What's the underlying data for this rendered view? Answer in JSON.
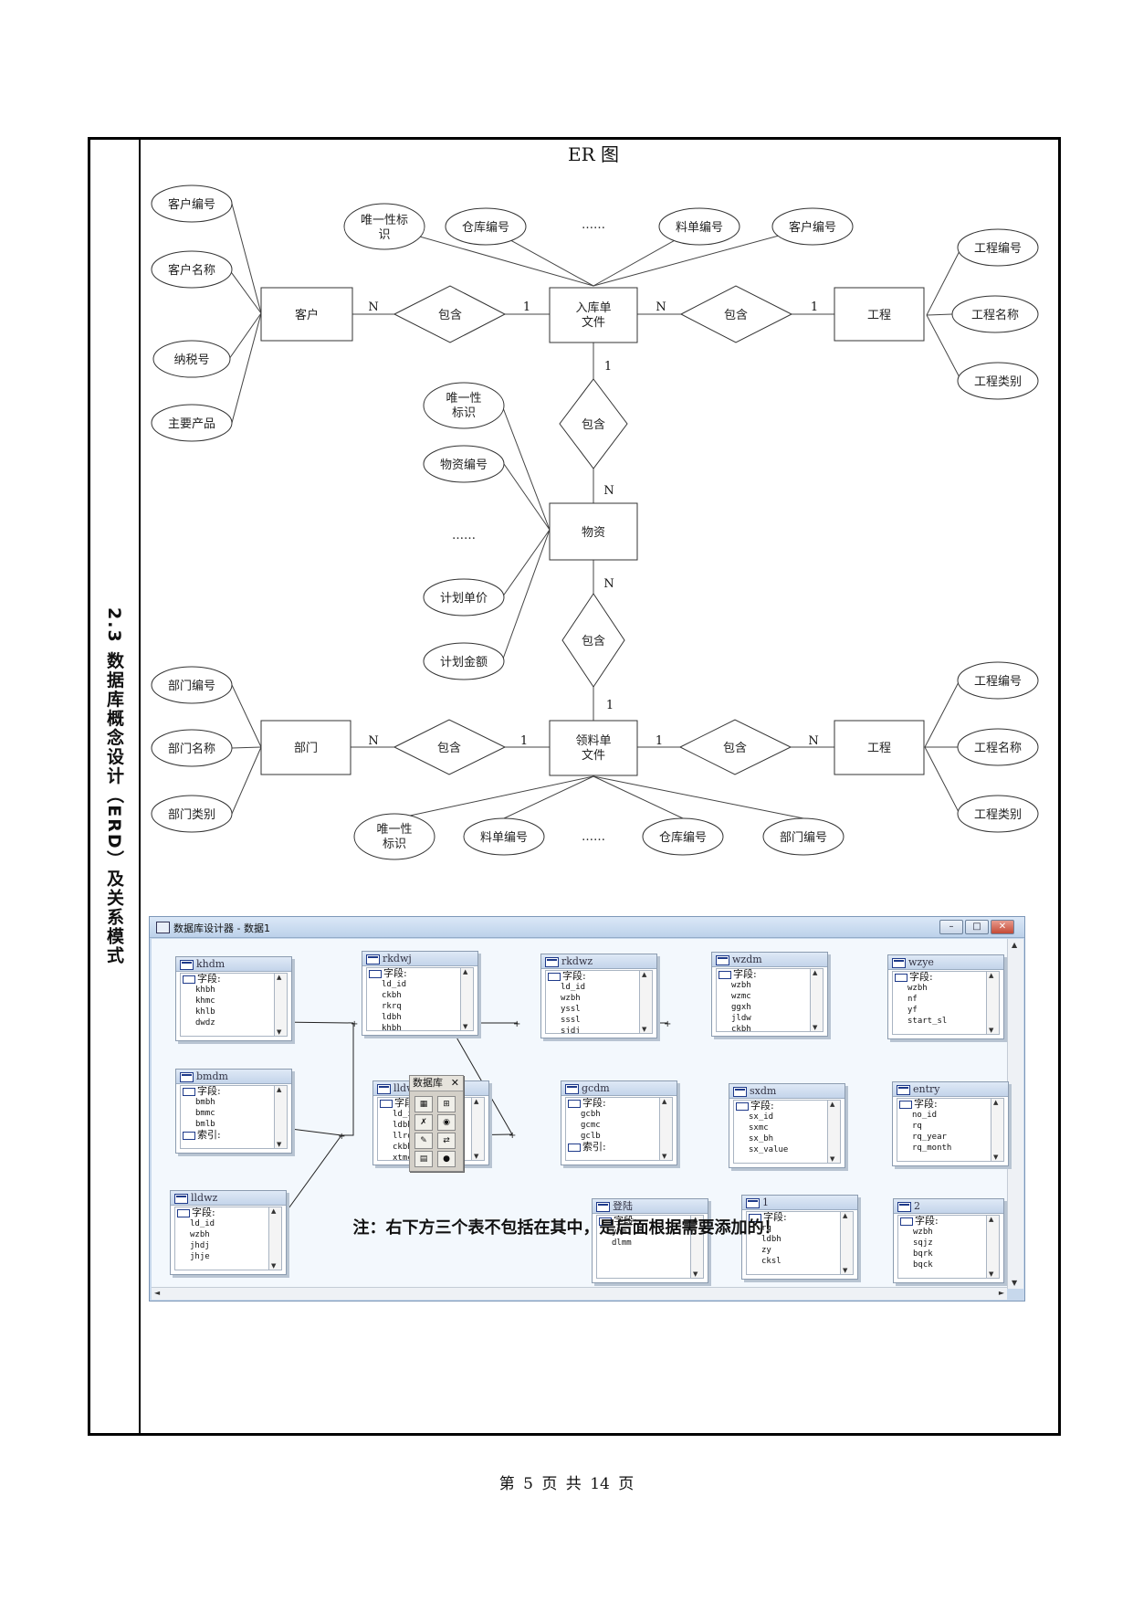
{
  "section_label": "2.3 数据库概念设计（ERD）及关系模式",
  "er": {
    "title": "ER 图",
    "ellipsis": "……",
    "card_n": "N",
    "card_1": "1",
    "entity": {
      "customer": "客户",
      "inbound_l1": "入库单",
      "inbound_l2": "文件",
      "project": "工程",
      "material": "物资",
      "department": "部门",
      "requisition_l1": "领料单",
      "requisition_l2": "文件"
    },
    "relation": "包含",
    "attr": {
      "customer_no": "客户编号",
      "customer_name": "客户名称",
      "tax_no": "纳税号",
      "main_product": "主要产品",
      "unique_l1": "唯一性标",
      "unique_l2": "识",
      "unique_a_l1": "唯一性",
      "unique_a_l2": "标识",
      "unique_b_l1": "唯一性",
      "unique_b_l2": "标识",
      "warehouse_no": "仓库编号",
      "bill_no": "料单编号",
      "project_no": "工程编号",
      "project_name": "工程名称",
      "project_type": "工程类别",
      "material_no": "物资编号",
      "plan_price": "计划单价",
      "plan_amount": "计划金额",
      "dept_no": "部门编号",
      "dept_name": "部门名称",
      "dept_type": "部门类别"
    }
  },
  "designer": {
    "title": "数据库设计器 - 数据1",
    "field_header": "字段:",
    "index_header": "索引:",
    "tables": {
      "khdm": {
        "name": "khdm",
        "fields": [
          "khbh",
          "khmc",
          "khlb",
          "dwdz"
        ]
      },
      "rkdwj": {
        "name": "rkdwj",
        "fields": [
          "ld_id",
          "ckbh",
          "rkrq",
          "ldbh",
          "khbh"
        ]
      },
      "rkdwz": {
        "name": "rkdwz",
        "fields": [
          "ld_id",
          "wzbh",
          "yssl",
          "sssl",
          "sjdj"
        ]
      },
      "wzdm": {
        "name": "wzdm",
        "fields": [
          "wzbh",
          "wzmc",
          "ggxh",
          "jldw",
          "ckbh"
        ]
      },
      "wzye": {
        "name": "wzye",
        "fields": [
          "wzbh",
          "nf",
          "yf",
          "start_sl"
        ]
      },
      "bmdm": {
        "name": "bmdm",
        "fields": [
          "bmbh",
          "bmmc",
          "bmlb"
        ]
      },
      "lldwj": {
        "name": "lldwj",
        "fields": [
          "ld_id",
          "ldbh",
          "llrq",
          "ckbh",
          "xtmc"
        ]
      },
      "gcdm": {
        "name": "gcdm",
        "fields": [
          "gcbh",
          "gcmc",
          "gclb"
        ]
      },
      "sxdm": {
        "name": "sxdm",
        "fields": [
          "sx_id",
          "sxmc",
          "sx_bh",
          "sx_value"
        ]
      },
      "entry": {
        "name": "entry",
        "fields": [
          "no_id",
          "rq",
          "rq_year",
          "rq_month"
        ]
      },
      "lldwz": {
        "name": "lldwz",
        "fields": [
          "ld_id",
          "wzbh",
          "jhdj",
          "jhje"
        ]
      },
      "denglu": {
        "name": "登陆",
        "fields": [
          "yhm",
          "dlmm"
        ]
      },
      "t1": {
        "name": "1",
        "fields": [
          "rq",
          "ldbh",
          "zy",
          "cksl"
        ]
      },
      "t2": {
        "name": "2",
        "fields": [
          "wzbh",
          "sqjz",
          "bqrk",
          "bqck"
        ]
      }
    },
    "toolbox_title": "数据库"
  },
  "note": "注：右下方三个表不包括在其中，是后面根据需要添加的！",
  "footer": "第 5 页 共 14 页"
}
